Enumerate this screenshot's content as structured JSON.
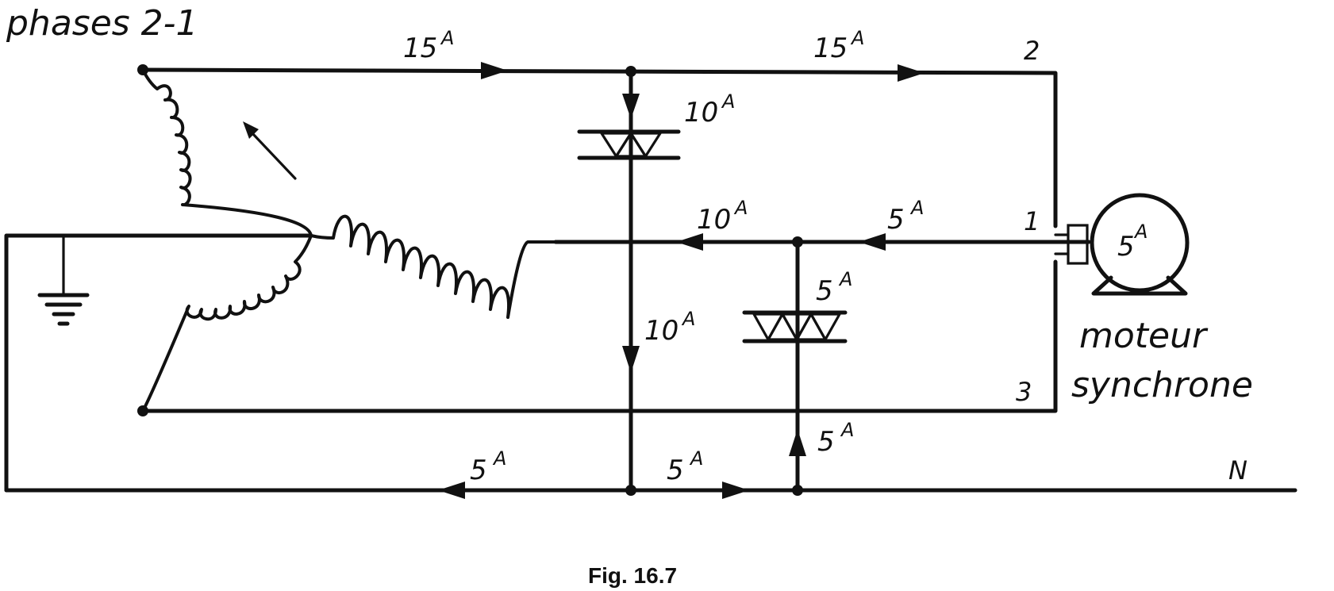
{
  "diagram": {
    "title": "phases 2-1",
    "caption": "Fig. 16.7",
    "motor_label_line1": "moteur",
    "motor_label_line2": "synchrone",
    "motor_current": "5",
    "terminals": {
      "t1": "1",
      "t2": "2",
      "t3": "3",
      "neutral": "N"
    },
    "unit": "A",
    "currents": {
      "top_left": "15",
      "top_right": "15",
      "triac1": "10",
      "mid_left": "10",
      "mid_right": "5",
      "triac2": "5",
      "down_left": "10",
      "up_right": "5",
      "bottom_left": "5",
      "bottom_right": "5"
    }
  }
}
